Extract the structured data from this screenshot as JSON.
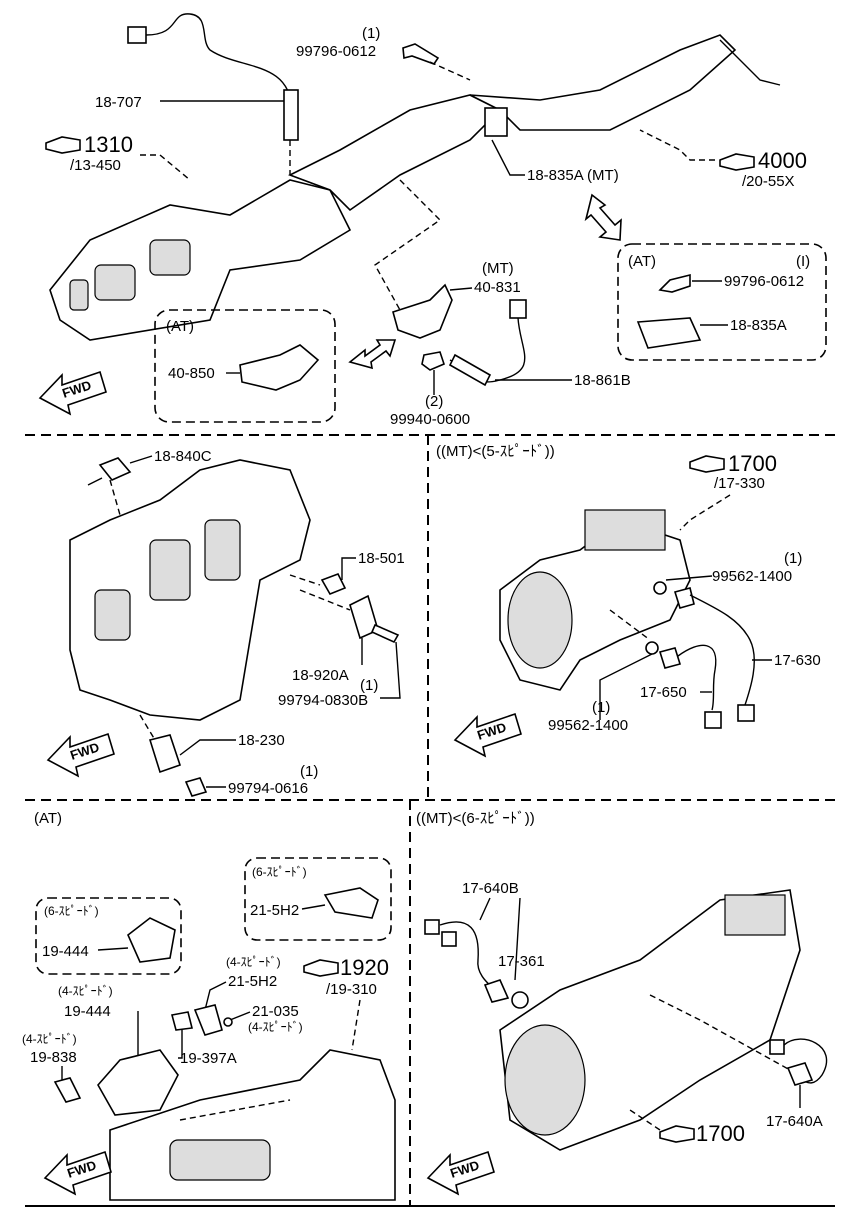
{
  "sections": {
    "exhaust": {
      "labels": {
        "p18707": "18-707",
        "p99796_qty": "(1)",
        "p99796": "99796-0612",
        "ref1310": "1310",
        "ref1310_sub": "/13-450",
        "ref4000": "4000",
        "ref4000_sub": "/20-55X",
        "p18835a_mt": "18-835A (MT)",
        "mt_tag": "(MT)",
        "p40831": "40-831",
        "p18861b": "18-861B",
        "p99940_qty": "(2)",
        "p99940": "99940-0600",
        "fwd": "FWD"
      },
      "at_box_left": {
        "title": "(AT)",
        "part": "40-850"
      },
      "at_box_right": {
        "title": "(AT)",
        "qty": "(I)",
        "bolt": "99796-0612",
        "bracket": "18-835A"
      }
    },
    "engine": {
      "labels": {
        "p18840c": "18-840C",
        "p18501": "18-501",
        "p18920a": "18-920A",
        "p99794b_qty": "(1)",
        "p99794b": "99794-0830B",
        "p18230": "18-230",
        "p99794_qty": "(1)",
        "p99794": "99794-0616",
        "fwd": "FWD"
      }
    },
    "mt5": {
      "title": "((MT)<(5-ｽﾋﾟｰﾄﾞ))",
      "labels": {
        "ref1700": "1700",
        "ref1700_sub": "/17-330",
        "p99562a_qty": "(1)",
        "p99562a": "99562-1400",
        "p17630": "17-630",
        "p17650": "17-650",
        "p99562b_qty": "(1)",
        "p99562b": "99562-1400",
        "fwd": "FWD"
      }
    },
    "at": {
      "title": "(AT)",
      "box_6sp_right": {
        "title": "(6-ｽﾋﾟｰﾄﾞ)",
        "part": "21-5H2"
      },
      "box_6sp_left": {
        "title": "(6-ｽﾋﾟｰﾄﾞ)",
        "part": "19-444"
      },
      "labels": {
        "sp4_a": "(4-ｽﾋﾟｰﾄﾞ)",
        "p215h2": "21-5H2",
        "ref1920": "1920",
        "ref1920_sub": "/19-310",
        "sp4_b": "(4-ｽﾋﾟｰﾄﾞ)",
        "p19444": "19-444",
        "p21035": "21-035",
        "sp4_c": "(4-ｽﾋﾟｰﾄﾞ)",
        "sp4_d": "(4-ｽﾋﾟｰﾄﾞ)",
        "p19838": "19-838",
        "p19397a": "19-397A",
        "fwd": "FWD"
      }
    },
    "mt6": {
      "title": "((MT)<(6-ｽﾋﾟｰﾄﾞ))",
      "labels": {
        "p17640b": "17-640B",
        "p17361": "17-361",
        "p17640a": "17-640A",
        "ref1700": "1700",
        "fwd": "FWD"
      }
    }
  }
}
